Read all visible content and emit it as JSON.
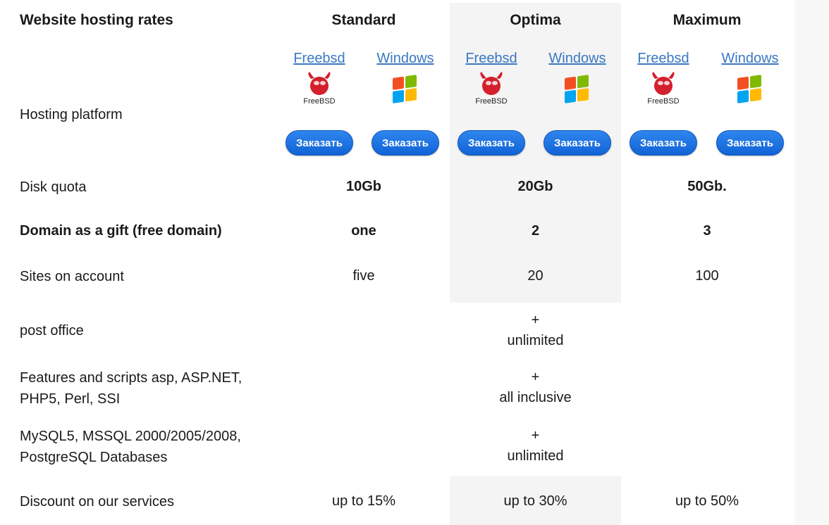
{
  "header": {
    "title": "Website hosting rates",
    "plans": [
      "Standard",
      "Optima",
      "Maximum"
    ]
  },
  "platform": {
    "label": "Hosting platform",
    "os_links": [
      "Freebsd",
      "Windows"
    ],
    "freebsd_logo_text": "FreeBSD",
    "order_button": "Заказать"
  },
  "rows": {
    "disk": {
      "label": "Disk quota",
      "values": [
        "10Gb",
        "20Gb",
        "50Gb."
      ]
    },
    "domain": {
      "label": "Domain as a gift (free domain)",
      "values": [
        "one",
        "2",
        "3"
      ]
    },
    "sites": {
      "label": "Sites on account",
      "values": [
        "five",
        "20",
        "100"
      ]
    },
    "mail": {
      "label": "post office",
      "mark": "+",
      "value": "unlimited"
    },
    "features": {
      "label_line1": "Features and scripts asp, ASP.NET,",
      "label_line2": "PHP5, Perl, SSI",
      "mark": "+",
      "value": "all inclusive"
    },
    "db": {
      "label_line1": "MySQL5, MSSQL 2000/2005/2008,",
      "label_line2": "PostgreSQL Databases",
      "mark": "+",
      "value": "unlimited"
    },
    "discount": {
      "label": "Discount on our services",
      "values": [
        "up to 15%",
        "up to 30%",
        "up to 50%"
      ]
    }
  },
  "colors": {
    "link": "#3a78c2",
    "button": "#1a6fe0",
    "optima_bg": "#f4f4f4"
  }
}
